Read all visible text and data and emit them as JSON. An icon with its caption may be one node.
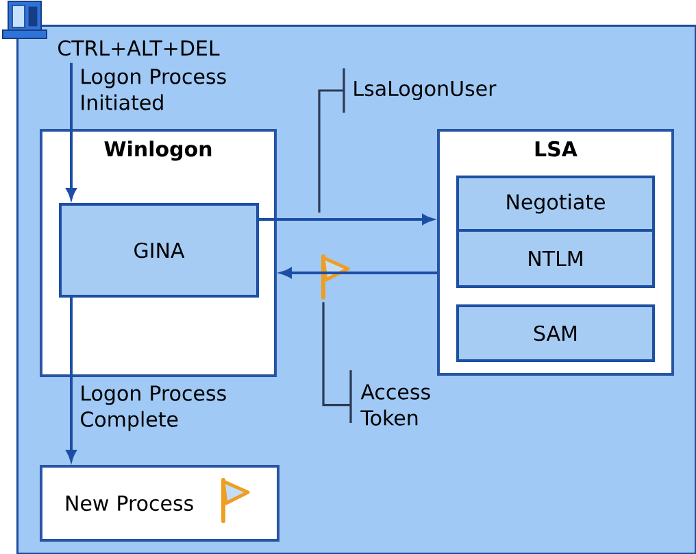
{
  "diagram": {
    "nodes": [
      {
        "text": [],
        "shape": "box"
      },
      {
        "text": [
          "CTRL+ALT+DEL"
        ],
        "in": 0
      },
      {
        "text": [
          "Winlogon"
        ],
        "in": 0
      },
      {
        "text": [
          "GINA"
        ],
        "in": 2
      },
      {
        "text": [
          "LSA"
        ],
        "in": 0
      },
      {
        "text": [
          "Negotiate"
        ],
        "in": 4
      },
      {
        "text": [
          "NTLM"
        ],
        "in": 4
      },
      {
        "text": [
          "SAM"
        ],
        "in": 4
      },
      {
        "text": [
          "New Process"
        ],
        "in": 0
      },
      {
        "text": [
          "LsaLogonUser"
        ],
        "in": 0
      },
      {
        "text": [
          "Access Token"
        ],
        "in": 0
      },
      {
        "text": [],
        "shape": "picture",
        "in": 0
      }
    ],
    "edges": [
      {
        "from": 1,
        "to": 3,
        "arrow": "to",
        "label": "Logon Process Initiated"
      },
      {
        "from": 3,
        "to": 4,
        "arrow": "to"
      },
      {
        "from": 4,
        "to": 2,
        "arrow": "to"
      },
      {
        "from": 3,
        "to": 8,
        "arrow": "to",
        "label": "Logon Process Complete"
      },
      {
        "from": 9,
        "to": null,
        "arrow": "none",
        "color": "#2b3a55"
      },
      {
        "from": 10,
        "to": 11,
        "arrow": "none",
        "color": "#2b3a55"
      }
    ]
  }
}
